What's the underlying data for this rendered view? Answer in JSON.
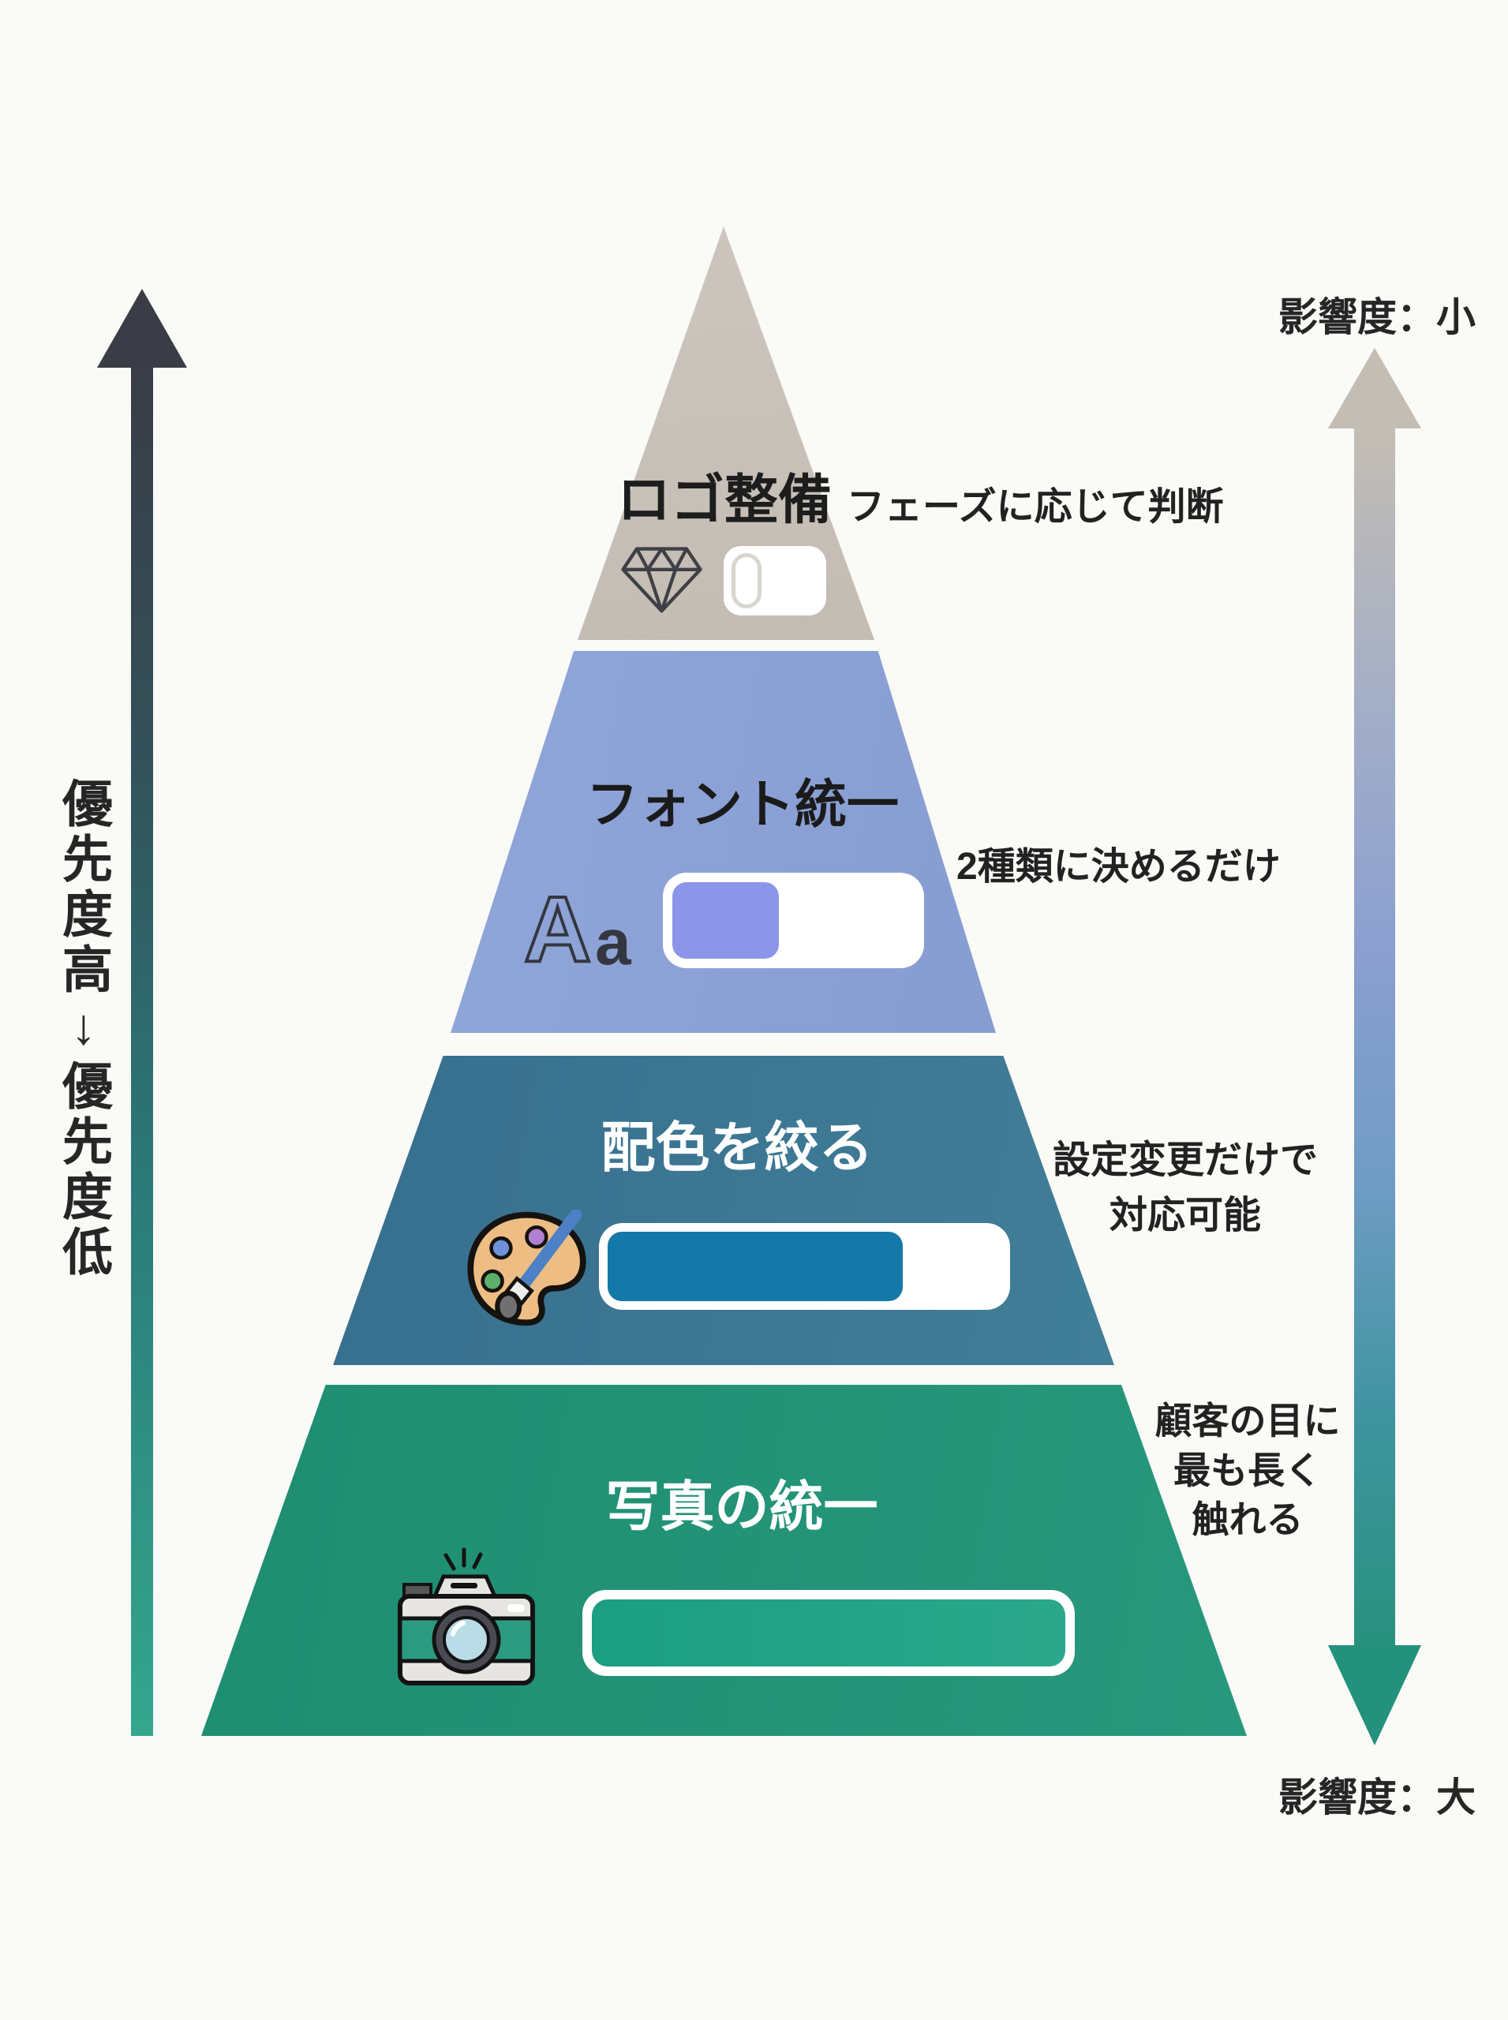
{
  "diagram": {
    "left_axis": {
      "label": "優先度高↓優先度低"
    },
    "right_axis": {
      "top_label": "影響度：小",
      "bottom_label": "影響度：大"
    },
    "tiers": [
      {
        "rank": 1,
        "title": "ロゴ整備",
        "annotation_lines": [
          "フェーズに応じて判断"
        ],
        "icon": "diamond-gem-icon",
        "toggle_state": "off",
        "bg_color": "#c6bfb7"
      },
      {
        "rank": 2,
        "title": "フォント統一",
        "annotation_lines": [
          "2種類に決めるだけ"
        ],
        "icon": "font-sample-icon",
        "progress_percent": 44,
        "bg_color": "#8ca2d6",
        "bar_color": "#8d95e8"
      },
      {
        "rank": 3,
        "title": "配色を絞る",
        "annotation_lines": [
          "設定変更だけで",
          "対応可能"
        ],
        "icon": "palette-icon",
        "progress_percent": 75,
        "bg_color": "#38708f",
        "bar_color": "#1478a8"
      },
      {
        "rank": 4,
        "title": "写真の統一",
        "annotation_lines": [
          "顧客の目に",
          "最も長く",
          "触れる"
        ],
        "icon": "camera-icon",
        "progress_percent": 100,
        "bg_color": "#21916f",
        "bar_color": "#22a287"
      }
    ],
    "colors": {
      "background": "#fafaf7",
      "gap": "#ffffff",
      "text_dark": "#1f1f1f",
      "text_light": "#ffffff",
      "left_arrow_top": "#3a3d46",
      "left_arrow_bottom": "#34a78d",
      "right_arrow_top": "#c4bdb3",
      "right_arrow_bottom": "#23917b"
    }
  }
}
